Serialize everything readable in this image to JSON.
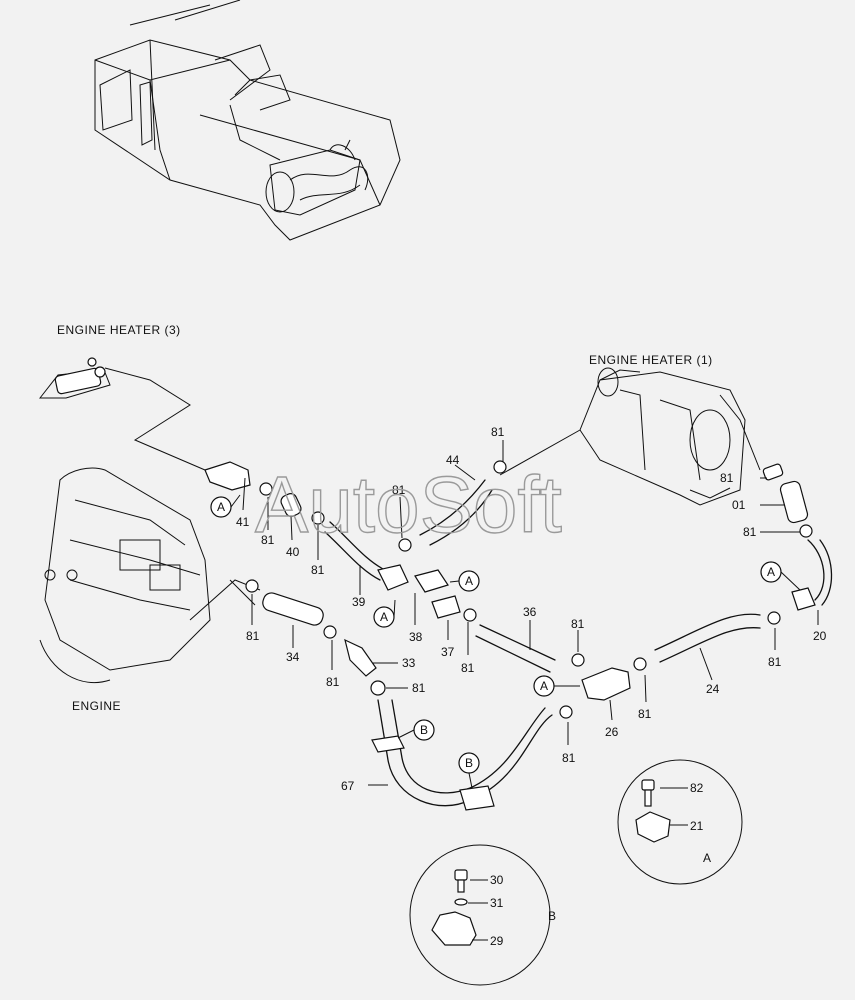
{
  "captions": {
    "engine_heater_3": "ENGINE HEATER (3)",
    "engine_heater_1": "ENGINE HEATER (1)",
    "engine": "ENGINE"
  },
  "watermark": "AutoSoft",
  "detail_labels": {
    "a": "A",
    "b": "B"
  },
  "part_labels": {
    "p41": "41",
    "p81_a": "81",
    "p40": "40",
    "p81_b": "81",
    "p81_c": "81",
    "p44": "44",
    "p81_d": "81",
    "p81_e": "81",
    "p01": "01",
    "p81_f": "81",
    "p39": "39",
    "p38": "38",
    "p37": "37",
    "p81_g": "81",
    "p36": "36",
    "p81_h": "81",
    "p20": "20",
    "p81_i": "81",
    "p34": "34",
    "p81_j": "81",
    "p33": "33",
    "p81_k": "81",
    "p81_l": "81",
    "p24": "24",
    "p81_m": "81",
    "p26": "26",
    "p81_n": "81",
    "p67": "67",
    "p82": "82",
    "p21": "21",
    "p30": "30",
    "p31": "31",
    "p29": "29"
  },
  "callouts": {
    "c1": "A",
    "c2": "A",
    "c3": "A",
    "c4": "A",
    "c5": "A",
    "c6": "B",
    "c7": "B"
  }
}
